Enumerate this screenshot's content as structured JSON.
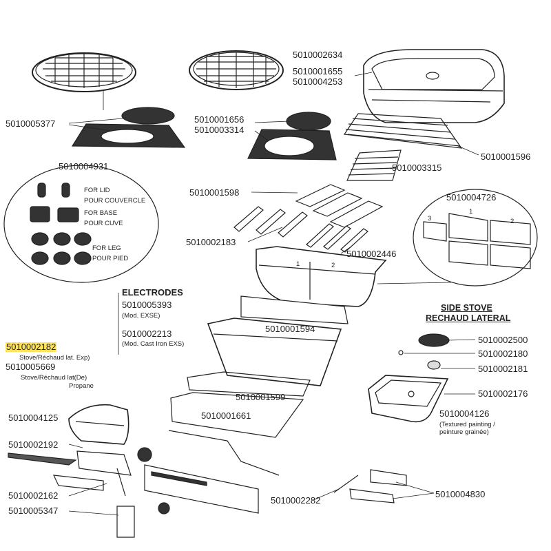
{
  "parts": {
    "p5010005377": "5010005377",
    "p5010004931": "5010004931",
    "p5010002634": "5010002634",
    "p5010001655": "5010001655",
    "p5010004253": "5010004253",
    "p5010001656": "5010001656",
    "p5010003314": "5010003314",
    "p5010001596": "5010001596",
    "p5010003315": "5010003315",
    "p5010001598": "5010001598",
    "p5010004726": "5010004726",
    "p5010002183": "5010002183",
    "p5010002446": "5010002446",
    "p5010005393": "5010005393",
    "p5010002213": "5010002213",
    "p5010001594": "5010001594",
    "p5010002182": "5010002182",
    "p5010005669": "5010005669",
    "p5010002500": "5010002500",
    "p5010002180": "5010002180",
    "p5010002181": "5010002181",
    "p5010001599": "5010001599",
    "p5010002176": "5010002176",
    "p5010004125": "5010004125",
    "p5010001661": "5010001661",
    "p5010004126": "5010004126",
    "p5010002192": "5010002192",
    "p5010002162": "5010002162",
    "p5010002282": "5010002282",
    "p5010004830": "5010004830",
    "p5010005347": "5010005347"
  },
  "notes": {
    "electrodes": "ELECTRODES",
    "mod_exse": "(Mod. EXSE)",
    "mod_cast_iron": "(Mod. Cast Iron EXS)",
    "stove_exp": "Stove/Réchaud lat. Exp)",
    "stove_de": "Stove/Réchaud lat(De)",
    "propane": "Propane",
    "side_stove": "SIDE STOVE",
    "rechaud_lateral": "RECHAUD LATERAL",
    "textured_1": "(Textured painting /",
    "textured_2": "peinture grainée)",
    "for_lid": "FOR LID",
    "pour_couvercle": "POUR COUVERCLE",
    "for_base": "FOR BASE",
    "pour_cuve": "POUR CUVE",
    "for_leg": "FOR LEG",
    "pour_pied": "POUR PIED",
    "num_1": "1",
    "num_2": "2",
    "num_3": "3",
    "num_1b": "1",
    "num_2b": "2"
  },
  "colors": {
    "line": "#222222",
    "highlight": "#ffe45c",
    "fill": "#ffffff"
  }
}
